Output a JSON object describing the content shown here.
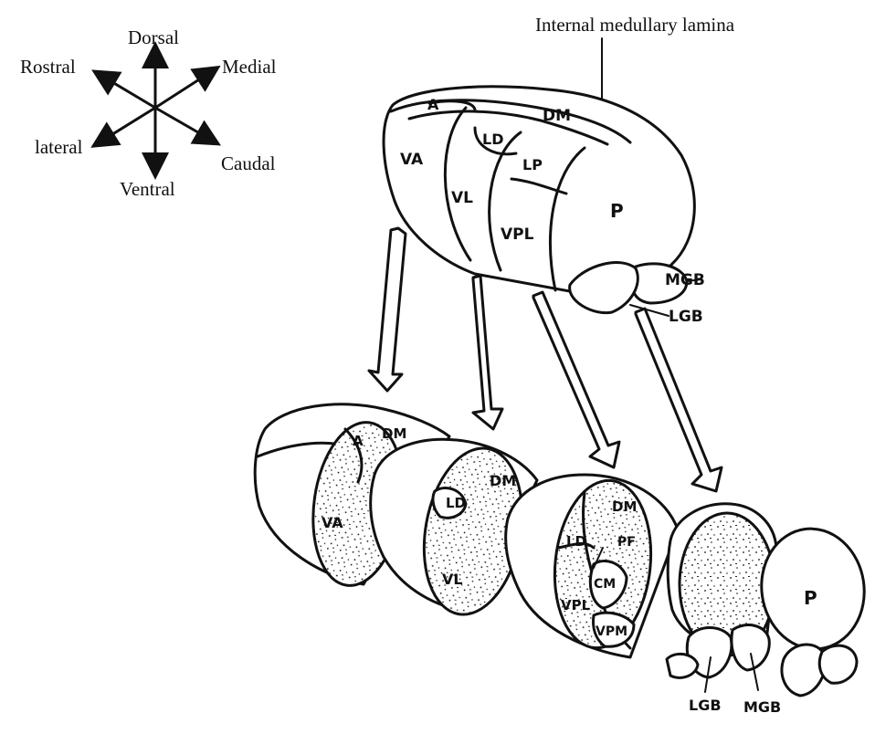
{
  "compass": {
    "dorsal": "Dorsal",
    "ventral": "Ventral",
    "rostral": "Rostral",
    "caudal": "Caudal",
    "medial": "Medial",
    "lateral": "lateral"
  },
  "callout": {
    "internal_medullary_lamina": "Internal medullary lamina"
  },
  "whole_thalamus": {
    "A": "A",
    "DM": "DM",
    "VA": "VA",
    "LD": "LD",
    "LP": "LP",
    "VL": "VL",
    "VPL": "VPL",
    "P": "P",
    "MGB": "MGB",
    "LGB": "LGB"
  },
  "section1": {
    "A": "A",
    "DM": "DM",
    "VA": "VA"
  },
  "section2": {
    "DM": "DM",
    "LD": "LD",
    "VL": "VL"
  },
  "section3": {
    "DM": "DM",
    "LD": "LD",
    "PF": "PF",
    "CM": "CM",
    "VPL": "VPL",
    "VPM": "VPM"
  },
  "section4": {
    "P": "P",
    "LGB": "LGB",
    "MGB": "MGB"
  }
}
